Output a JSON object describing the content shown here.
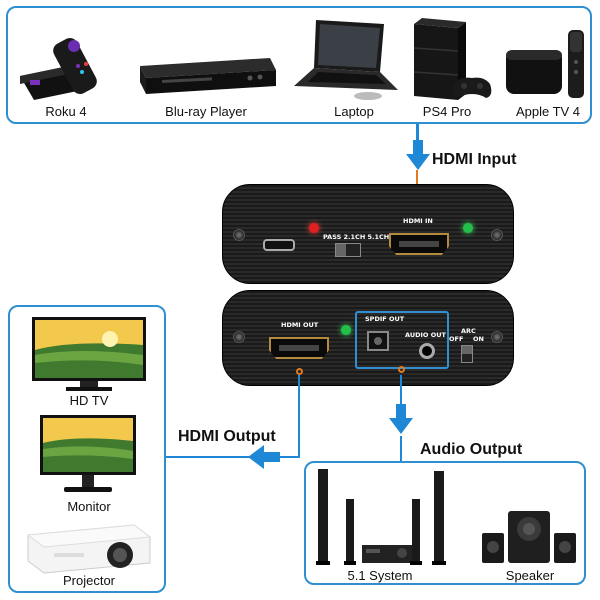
{
  "input_devices": [
    "Roku 4",
    "Blu-ray Player",
    "Laptop",
    "PS4 Pro",
    "Apple TV 4"
  ],
  "output_displays": [
    "HD TV",
    "Monitor",
    "Projector"
  ],
  "audio_devices": [
    "5.1 System",
    "Speaker"
  ],
  "flow": {
    "hdmi_input": "HDMI Input",
    "hdmi_output": "HDMI Output",
    "audio_output": "Audio Output"
  },
  "top_box": {
    "switch_label": "PASS 2.1CH 5.1CH",
    "port_label": "HDMI IN"
  },
  "bottom_box": {
    "hdmi_out_label": "HDMI OUT",
    "spdif_label": "SPDIF OUT",
    "audio_out_label": "AUDIO OUT",
    "arc_label": "ARC",
    "off_label": "OFF",
    "on_label": "ON"
  },
  "colors": {
    "panel_border": "#2f8fd0",
    "arrow": "#1e88d6",
    "led_red": "#e02020",
    "led_green": "#22c04a"
  }
}
